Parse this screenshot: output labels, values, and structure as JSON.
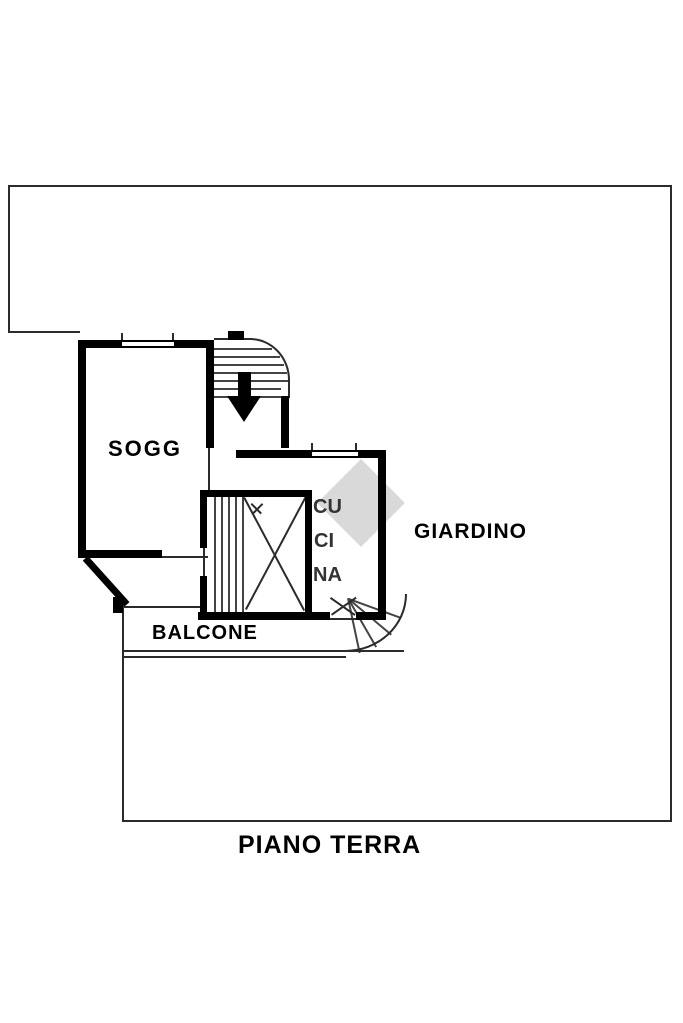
{
  "floorplan": {
    "title": "PIANO TERRA",
    "rooms": {
      "soggiorno": {
        "label": "SOGG"
      },
      "cucina": {
        "label_lines": [
          "CU",
          "CI",
          "NA"
        ]
      },
      "giardino": {
        "label": "GIARDINO"
      },
      "balcone": {
        "label": "BALCONE"
      }
    },
    "colors": {
      "wall": "#000000",
      "thin_line": "#2b2b2b",
      "watermark": "#d9d9d9",
      "background": "#ffffff",
      "text": "#000000"
    }
  }
}
